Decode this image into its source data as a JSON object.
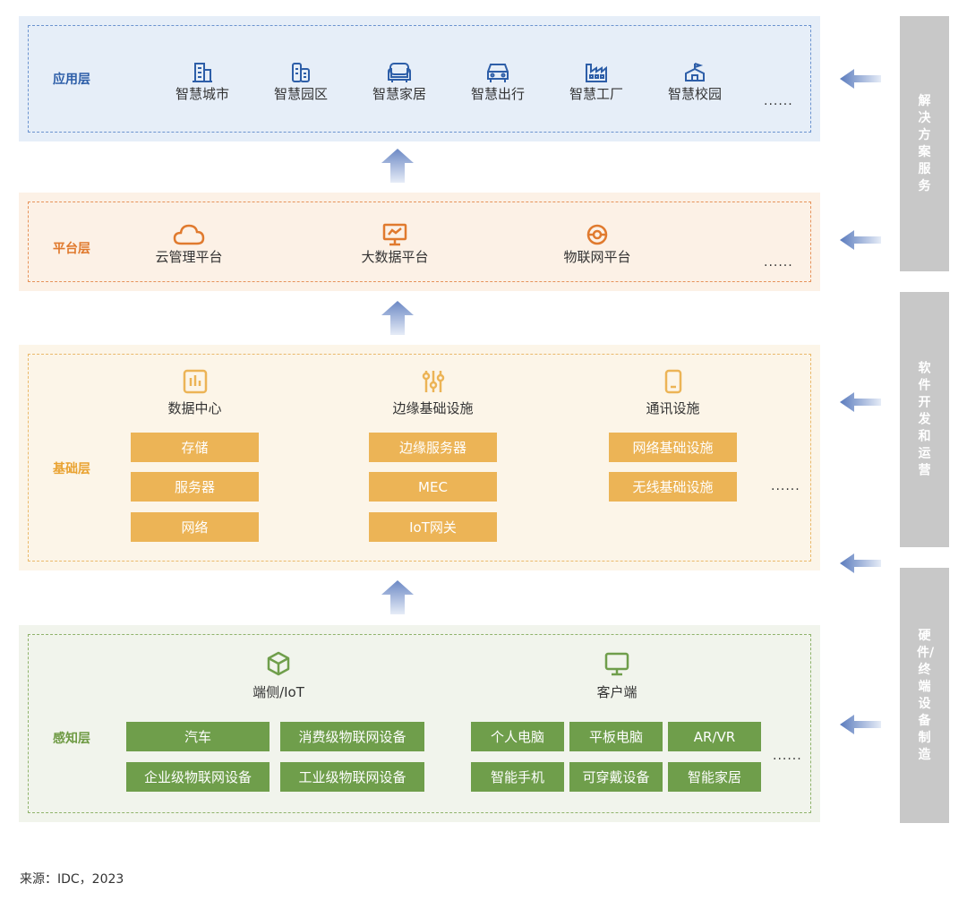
{
  "application_layer": {
    "title": "应用层",
    "items": [
      "智慧城市",
      "智慧园区",
      "智慧家居",
      "智慧出行",
      "智慧工厂",
      "智慧校园"
    ],
    "more": "......",
    "color": "#2d5ea8"
  },
  "platform_layer": {
    "title": "平台层",
    "items": [
      "云管理平台",
      "大数据平台",
      "物联网平台"
    ],
    "more": "......",
    "color": "#e07a2e"
  },
  "foundation_layer": {
    "title": "基础层",
    "groups": [
      {
        "title": "数据中心",
        "chips": [
          "存储",
          "服务器",
          "网络"
        ]
      },
      {
        "title": "边缘基础设施",
        "chips": [
          "边缘服务器",
          "MEC",
          "IoT网关"
        ]
      },
      {
        "title": "通讯设施",
        "chips": [
          "网络基础设施",
          "无线基础设施"
        ]
      }
    ],
    "more": "......",
    "color": "#ecb456"
  },
  "perception_layer": {
    "title": "感知层",
    "groups": [
      {
        "title": "端侧/IoT",
        "chips": [
          "汽车",
          "消费级物联网设备",
          "企业级物联网设备",
          "工业级物联网设备"
        ]
      },
      {
        "title": "客户端",
        "chips": [
          "个人电脑",
          "平板电脑",
          "AR/VR",
          "智能手机",
          "可穿戴设备",
          "智能家居"
        ]
      }
    ],
    "more": "......",
    "color": "#6f9e4b"
  },
  "side_labels": [
    "解决方案服务",
    "软件开发和运营",
    "硬件/终端设备制造"
  ],
  "source": "来源：IDC，2023"
}
